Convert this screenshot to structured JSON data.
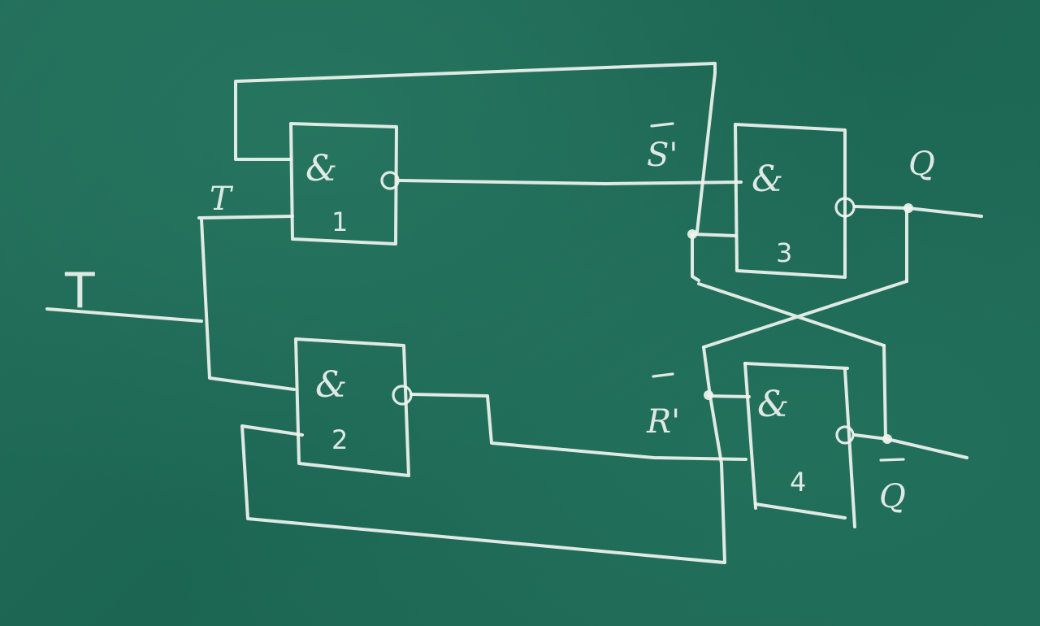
{
  "gates": [
    {
      "id": "gate-1",
      "symbol": "&",
      "number": "1"
    },
    {
      "id": "gate-2",
      "symbol": "&",
      "number": "2"
    },
    {
      "id": "gate-3",
      "symbol": "&",
      "number": "3"
    },
    {
      "id": "gate-4",
      "symbol": "&",
      "number": "4"
    }
  ],
  "signals": {
    "input_T": "T",
    "gate1_input_T": "T",
    "s_prime": "S'",
    "r_prime": "R'",
    "output_q": "Q",
    "output_q_bar": "Q"
  }
}
